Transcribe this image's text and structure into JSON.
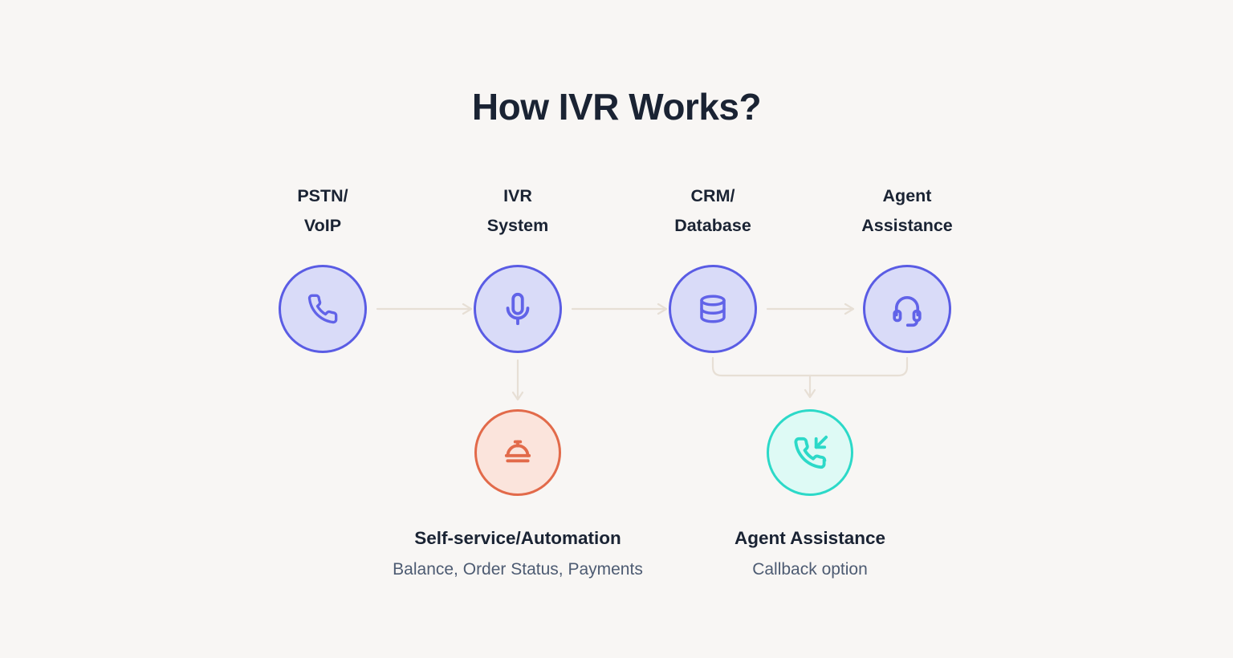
{
  "title": "How IVR Works?",
  "colors": {
    "background": "#f8f6f4",
    "heading_text": "#1a2333",
    "subtitle_text": "#4d5b72",
    "purple_border": "#5a5ce4",
    "purple_fill": "#d9dbf8",
    "purple_icon": "#6163e8",
    "orange_border": "#e26a4a",
    "orange_fill": "#fbe4dc",
    "teal_border": "#2cd9c8",
    "teal_fill": "#defaf5",
    "arrow": "#e7dfd5"
  },
  "nodes": [
    {
      "label_line1": "PSTN/",
      "label_line2": "VoIP",
      "icon": "phone-icon"
    },
    {
      "label_line1": "IVR",
      "label_line2": "System",
      "icon": "microphone-icon"
    },
    {
      "label_line1": "CRM/",
      "label_line2": "Database",
      "icon": "database-icon"
    },
    {
      "label_line1": "Agent",
      "label_line2": "Assistance",
      "icon": "headset-icon"
    }
  ],
  "outcomes": [
    {
      "title": "Self-service/Automation",
      "subtitle": "Balance, Order Status, Payments",
      "icon": "service-bell-icon"
    },
    {
      "title": "Agent Assistance",
      "subtitle": "Callback option",
      "icon": "incoming-call-icon"
    }
  ]
}
